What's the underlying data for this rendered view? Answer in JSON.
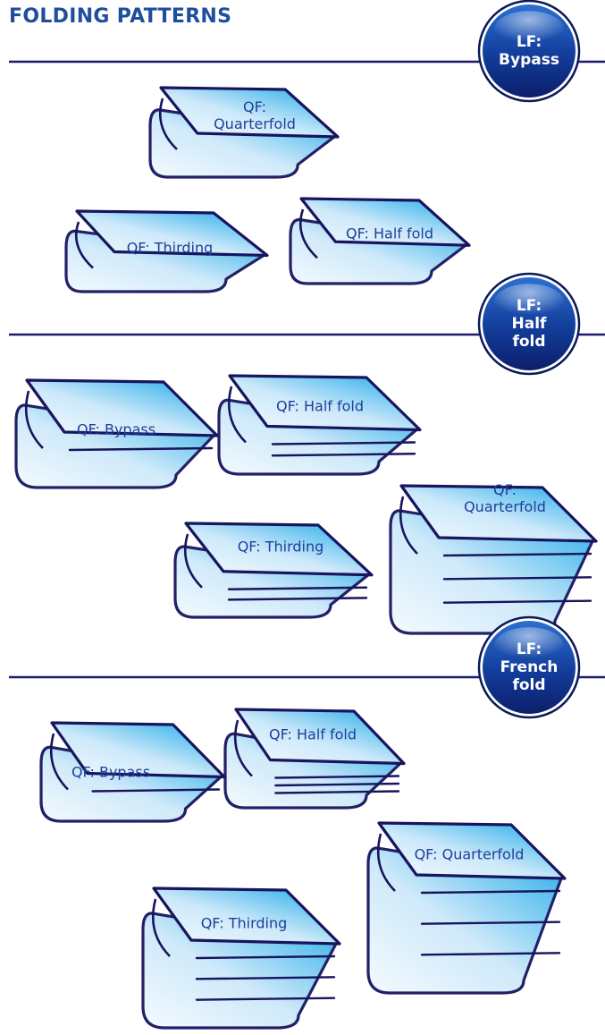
{
  "title": "FOLDING PATTERNS",
  "sections": [
    {
      "badge_lines": [
        "LF:",
        "Bypass"
      ],
      "items": [
        {
          "lines": [
            "QF:",
            "Quarterfold"
          ]
        },
        {
          "lines": [
            "QF: Thirding"
          ]
        },
        {
          "lines": [
            "QF: Half fold"
          ]
        }
      ]
    },
    {
      "badge_lines": [
        "LF:",
        "Half",
        "fold"
      ],
      "items": [
        {
          "lines": [
            "QF: Bypass"
          ]
        },
        {
          "lines": [
            "QF: Half fold"
          ]
        },
        {
          "lines": [
            "QF: Thirding"
          ]
        },
        {
          "lines": [
            "QF:",
            "Quarterfold"
          ]
        }
      ]
    },
    {
      "badge_lines": [
        "LF:",
        "French",
        "fold"
      ],
      "items": [
        {
          "lines": [
            "QF: Bypass"
          ]
        },
        {
          "lines": [
            "QF: Half fold"
          ]
        },
        {
          "lines": [
            "QF: Thirding"
          ]
        },
        {
          "lines": [
            "QF: Quarterfold"
          ]
        }
      ]
    }
  ],
  "colors": {
    "title": "#1f4e9c",
    "rule": "#1a1a6e",
    "outline": "#17155e",
    "label": "#1f3f9a",
    "badge_dark": "#0c1f6b",
    "badge_light": "#2c6fd0",
    "fold_light": "#eaf6fd",
    "fold_cyan": "#16a7e8"
  }
}
